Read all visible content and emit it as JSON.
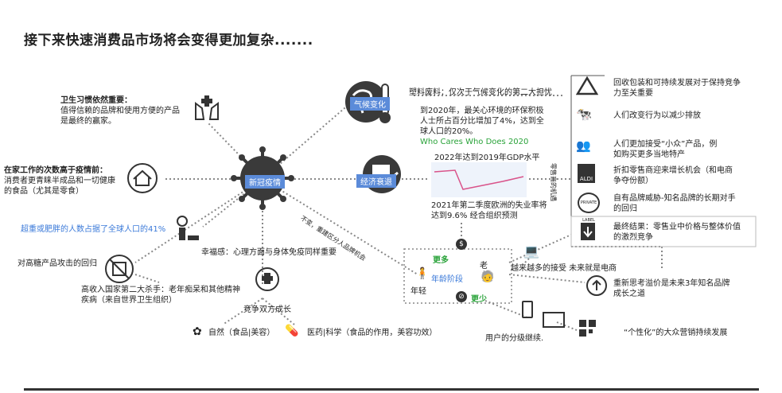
{
  "title": "接下来快速消费品市场将会变得更加复杂.......",
  "hubs": {
    "covid": "新冠疫情",
    "climate": "气候变化",
    "economy": "经济衰退",
    "age": "年龄阶段"
  },
  "left": {
    "hygiene_title": "卫生习惯依然重要：",
    "hygiene_body1": "值得信赖的品牌和使用方便的产品",
    "hygiene_body2": "是最终的赢家。",
    "home_title": "在家工作的次数高于疫情前：",
    "home_body1": "消费者更青睐半成品和一切健康",
    "home_body2": "的食品（尤其是零食）",
    "obesity": "超重或肥胖的人数占据了全球人口的41%",
    "sugar": "对高糖产品攻击的回归",
    "disease1": "高收入国家第二大杀手：老年痴呆和其他精神",
    "disease2": "疾病（来自世界卫生组织）",
    "wellbeing": "幸福感：心理方面与身体免疫同样重要",
    "growth": "竞争双方成长",
    "natural": "自然（食品|美容）",
    "medicine": "医药|科学（食品的作用，美容功效）"
  },
  "center": {
    "plastic": "塑料废料：仅次于气候变化的第二大担忧",
    "eco1": "到2020年，最关心环境的环保积极",
    "eco2": "人士所占百分比增加了4%，达到全",
    "eco3": "球人口的20%。",
    "eco_source": "Who Cares Who Does 2020",
    "gdp": "2022年达到2019年GDP水平",
    "unemp1": "2021年第二季度欧洲的失业率将",
    "unemp2": "达到9.6% 经合组织预测",
    "diag": "不变，重建区分人品牌机会",
    "more": "更多",
    "less": "更少",
    "old": "老",
    "young": "年轻"
  },
  "right": {
    "recycle1": "回收包装和可持续发展对于保持竞争",
    "recycle2": "力至关重要",
    "emission": "人们改变行为以减少排放",
    "niche1": "人们更加接受“小众”产品，例",
    "niche2": "如购买更多当地特产",
    "vertical": "零售商的机遇",
    "discount1": "折扣零售商迎来增长机会（和电商",
    "discount2": "争夺份额）",
    "private1": "自有品牌威胁-知名品牌的长期对手",
    "private2": "的回归",
    "result1": "最终结果：零售业中价格与整体价值",
    "result2": "的激烈竞争",
    "ecommerce": "越来越多的接受 未来就是电商",
    "rethink1": "重新思考溢价是未来3年知名品牌",
    "rethink2": "成长之道",
    "tiered": "用户的分级继续.",
    "personal": "“个性化”的大众营销持续发展",
    "aldi": "ALDI",
    "private_label": "PRIVATE LABEL"
  },
  "colors": {
    "accent": "#5b8bd9",
    "green": "#2aa33a",
    "dark": "#333333"
  }
}
